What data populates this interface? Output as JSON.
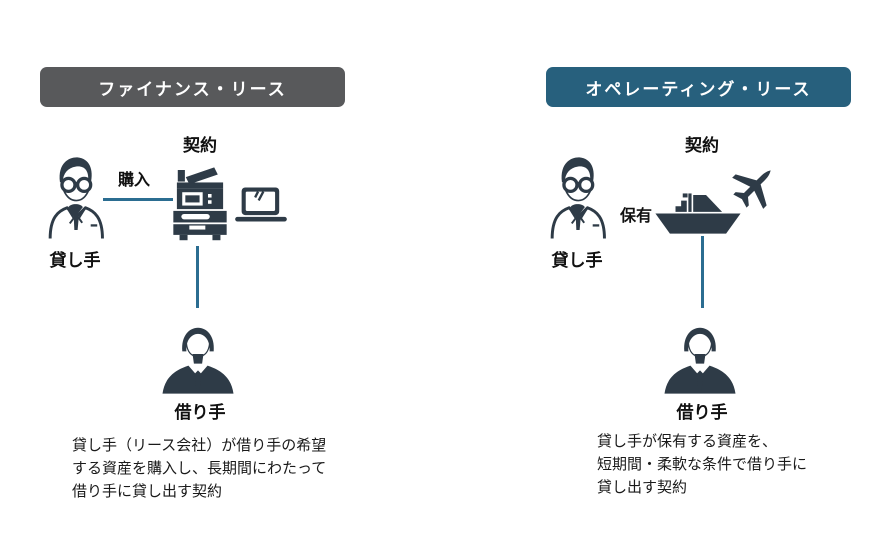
{
  "colors": {
    "left_header_bg": "#58595b",
    "right_header_bg": "#27607d",
    "icon": "#2e3b47",
    "connector": "#2b6d91",
    "text": "#1a1a1a"
  },
  "left": {
    "header": "ファイナンス・リース",
    "contract_label": "契約",
    "relation_label": "購入",
    "lender_label": "貸し手",
    "borrower_label": "借り手",
    "lender_icon": "businessman-glasses-icon",
    "asset_icons": [
      "copier-icon",
      "laptop-icon"
    ],
    "borrower_icon": "businessman-icon",
    "description": "貸し手（リース会社）が借り手の希望\nする資産を購入し、長期間にわたって\n借り手に貸し出す契約"
  },
  "right": {
    "header": "オペレーティング・リース",
    "contract_label": "契約",
    "relation_label": "保有",
    "lender_label": "貸し手",
    "borrower_label": "借り手",
    "lender_icon": "businessman-glasses-icon",
    "asset_icons": [
      "ship-icon",
      "airplane-icon"
    ],
    "borrower_icon": "businessman-icon",
    "description": "貸し手が保有する資産を、\n短期間・柔軟な条件で借り手に\n貸し出す契約"
  }
}
